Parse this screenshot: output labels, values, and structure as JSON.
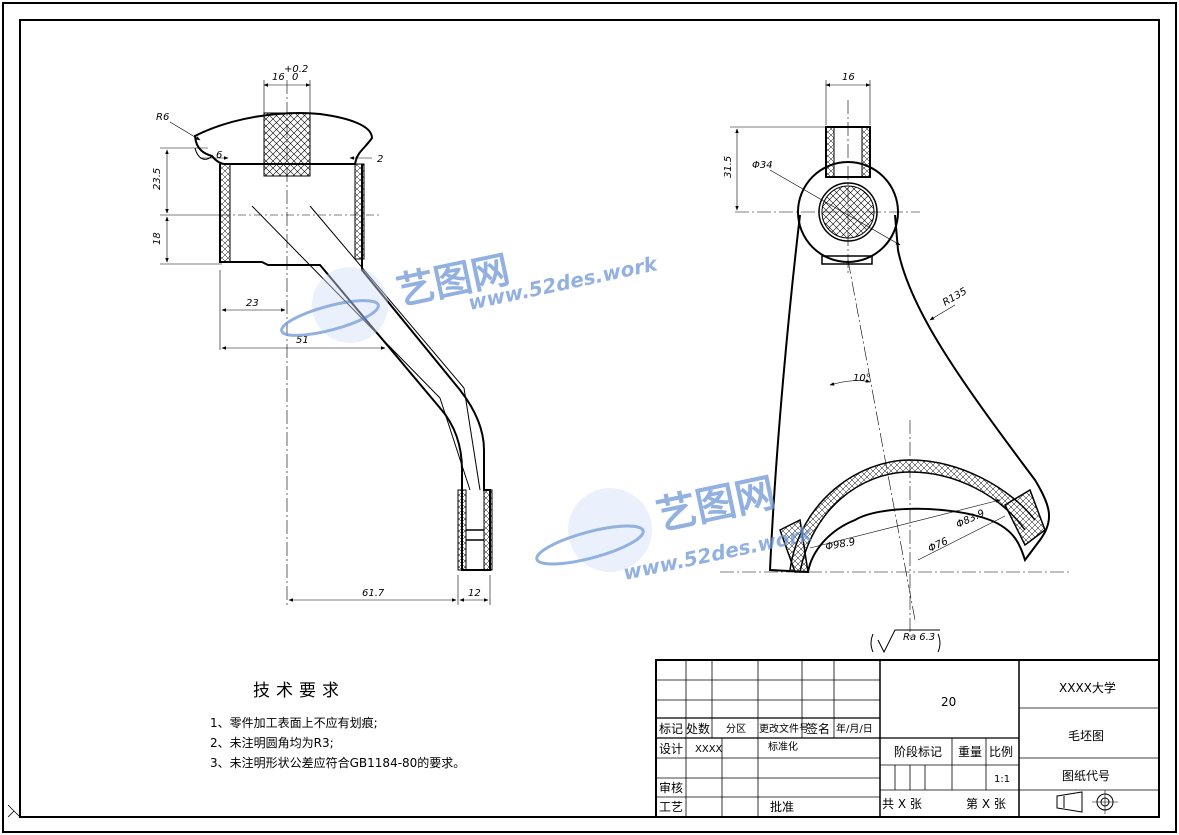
{
  "drawing": {
    "dimensions": {
      "slot_width": "16",
      "slot_tol_upper": "+0.2",
      "slot_tol_lower": "0",
      "r6": "R6",
      "d6": "6",
      "d2": "2",
      "d23_5": "23.5",
      "d18": "18",
      "d23": "23",
      "d51": "51",
      "d61_7": "61.7",
      "d12": "12",
      "top16": "16",
      "d31_5": "31.5",
      "phi34": "Φ34",
      "r135": "R135",
      "angle10": "10°",
      "phi98_9": "Φ98.9",
      "phi76": "Φ76",
      "phi83_9": "Φ83.9"
    },
    "surface_roughness": "Ra 6.3",
    "watermark": {
      "brand": "艺图网",
      "url": "www.52des.work"
    }
  },
  "tech_requirements": {
    "title": "技术要求",
    "items": [
      "1、零件加工表面上不应有划痕;",
      "2、未注明圆角均为R3;",
      "3、未注明形状公差应符合GB1184-80的要求。"
    ]
  },
  "title_block": {
    "col_mark": "标记",
    "col_count": "处数",
    "col_zone": "分区",
    "col_change_doc": "更改文件号",
    "col_sign": "签名",
    "col_date": "年/月/日",
    "design_label": "设计",
    "design_value": "XXXX",
    "standardization": "标准化",
    "review": "审核",
    "process": "工艺",
    "approve": "批准",
    "stage_mark": "阶段标记",
    "weight": "重量",
    "scale": "比例",
    "scale_value": "1:1",
    "material_no": "20",
    "university": "XXXX大学",
    "drawing_name": "毛坯图",
    "drawing_code": "图纸代号",
    "total_sheets": "共 X 张",
    "sheet_no": "第 X 张"
  }
}
